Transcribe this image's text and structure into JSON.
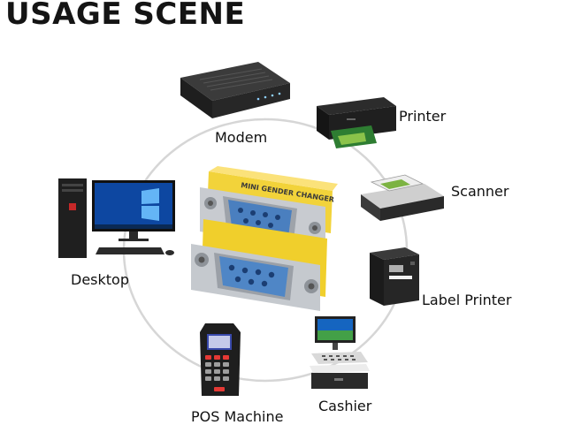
{
  "title": "USAGE SCENE",
  "adapter_text": "MINI GENDER CHANGER",
  "devices": {
    "modem": "Modem",
    "printer": "Printer",
    "scanner": "Scanner",
    "label_printer": "Label Printer",
    "cashier": "Cashier",
    "pos_machine": "POS Machine",
    "desktop": "Desktop"
  }
}
